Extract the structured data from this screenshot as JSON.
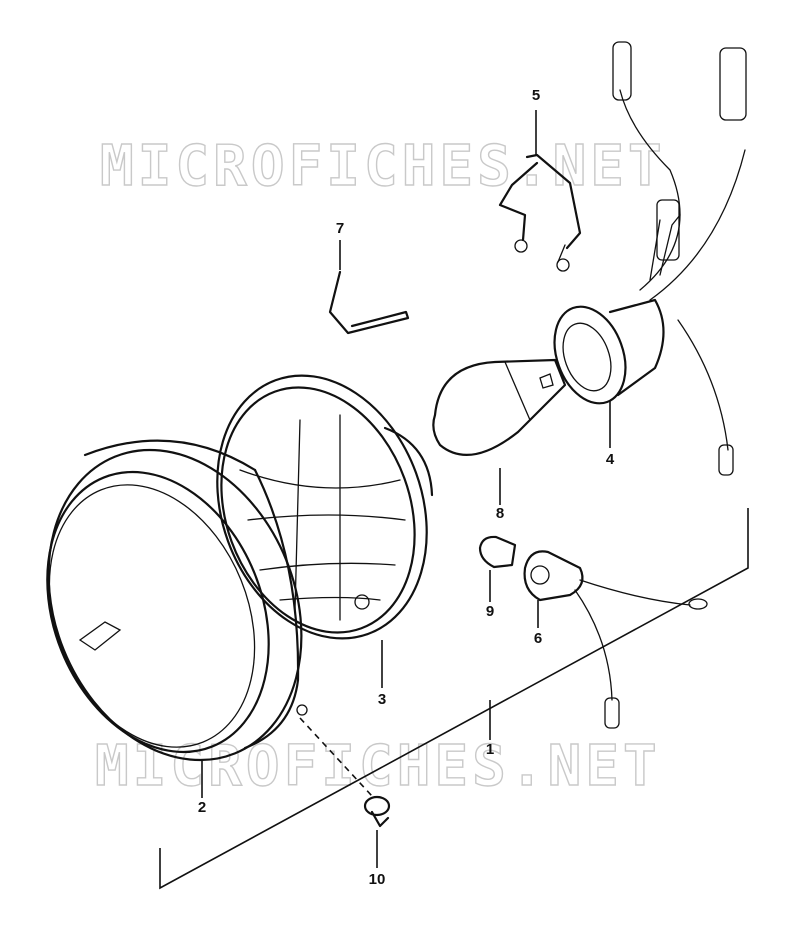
{
  "watermarks": [
    "MICROFICHES.NET",
    "MICROFICHES.NET"
  ],
  "callouts": [
    {
      "id": "part-1",
      "label": "1"
    },
    {
      "id": "part-2",
      "label": "2"
    },
    {
      "id": "part-3",
      "label": "3"
    },
    {
      "id": "part-4",
      "label": "4"
    },
    {
      "id": "part-5",
      "label": "5"
    },
    {
      "id": "part-6",
      "label": "6"
    },
    {
      "id": "part-7",
      "label": "7"
    },
    {
      "id": "part-8",
      "label": "8"
    },
    {
      "id": "part-9",
      "label": "9"
    },
    {
      "id": "part-10",
      "label": "10"
    }
  ]
}
